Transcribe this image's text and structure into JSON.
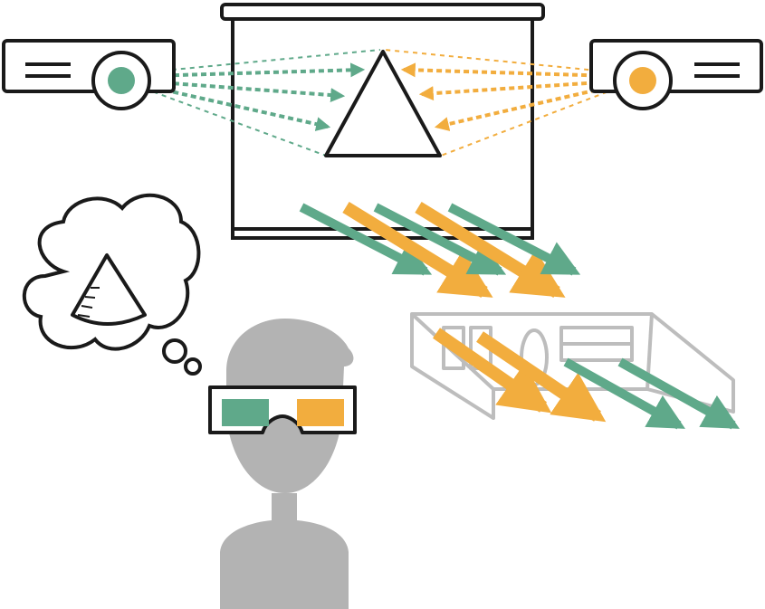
{
  "colors": {
    "green": "#5fa98a",
    "orange": "#f2ad3e",
    "outline": "#1a1a1a",
    "gray": "#b3b3b3",
    "light_gray": "#bdbdbd",
    "background": "#ffffff"
  },
  "icons": {
    "left_projector": "projector-icon",
    "right_projector": "projector-icon",
    "screen": "projection-screen-icon",
    "projected_shape": "triangle-icon",
    "thought": "thought-bubble-icon",
    "perceived_shape": "cone-icon",
    "viewer": "person-icon",
    "glasses": "3d-glasses-icon",
    "filter_device": "polarizing-filter-icon"
  },
  "elements": {
    "left_projector_light": "green",
    "right_projector_light": "orange",
    "left_lens": "green",
    "right_lens": "orange"
  }
}
